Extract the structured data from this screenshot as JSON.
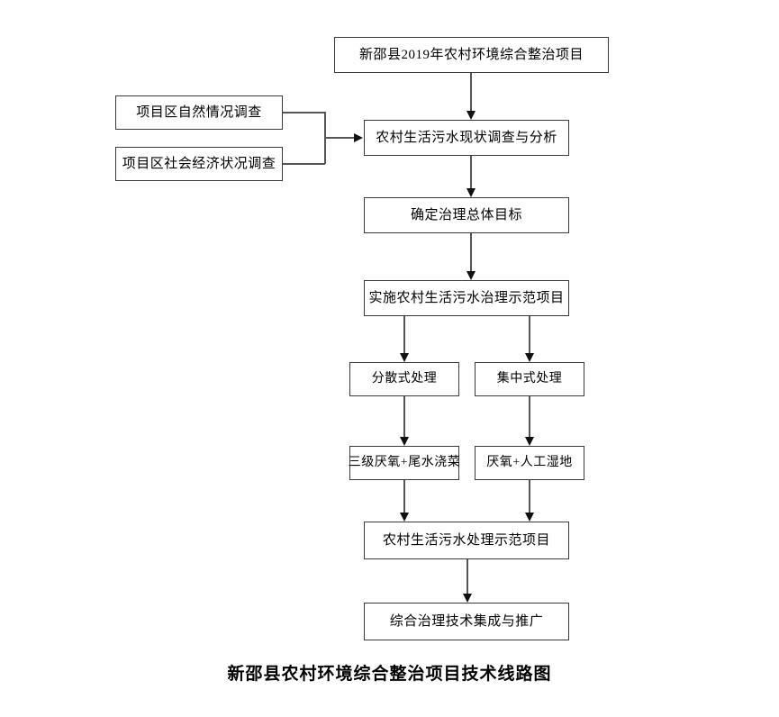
{
  "diagram": {
    "caption": "新邵县农村环境综合整治项目技术线路图",
    "nodes": {
      "title_project": "新邵县2019年农村环境综合整治项目",
      "survey_natural": "项目区自然情况调查",
      "survey_socioeconomic": "项目区社会经济状况调查",
      "wastewater_survey": "农村生活污水现状调查与分析",
      "overall_goal": "确定治理总体目标",
      "demo_project": "实施农村生活污水治理示范项目",
      "decentralized": "分散式处理",
      "centralized": "集中式处理",
      "decentralized_tech": "三级厌氧+尾水浇菜",
      "centralized_tech": "厌氧+人工湿地",
      "treatment_demo": "农村生活污水处理示范项目",
      "integration_promotion": "综合治理技术集成与推广"
    },
    "colors": {
      "box_border": "#3a3a3a",
      "connector": "#555555",
      "arrow": "#111111",
      "text": "#000000",
      "background": "#ffffff"
    }
  }
}
